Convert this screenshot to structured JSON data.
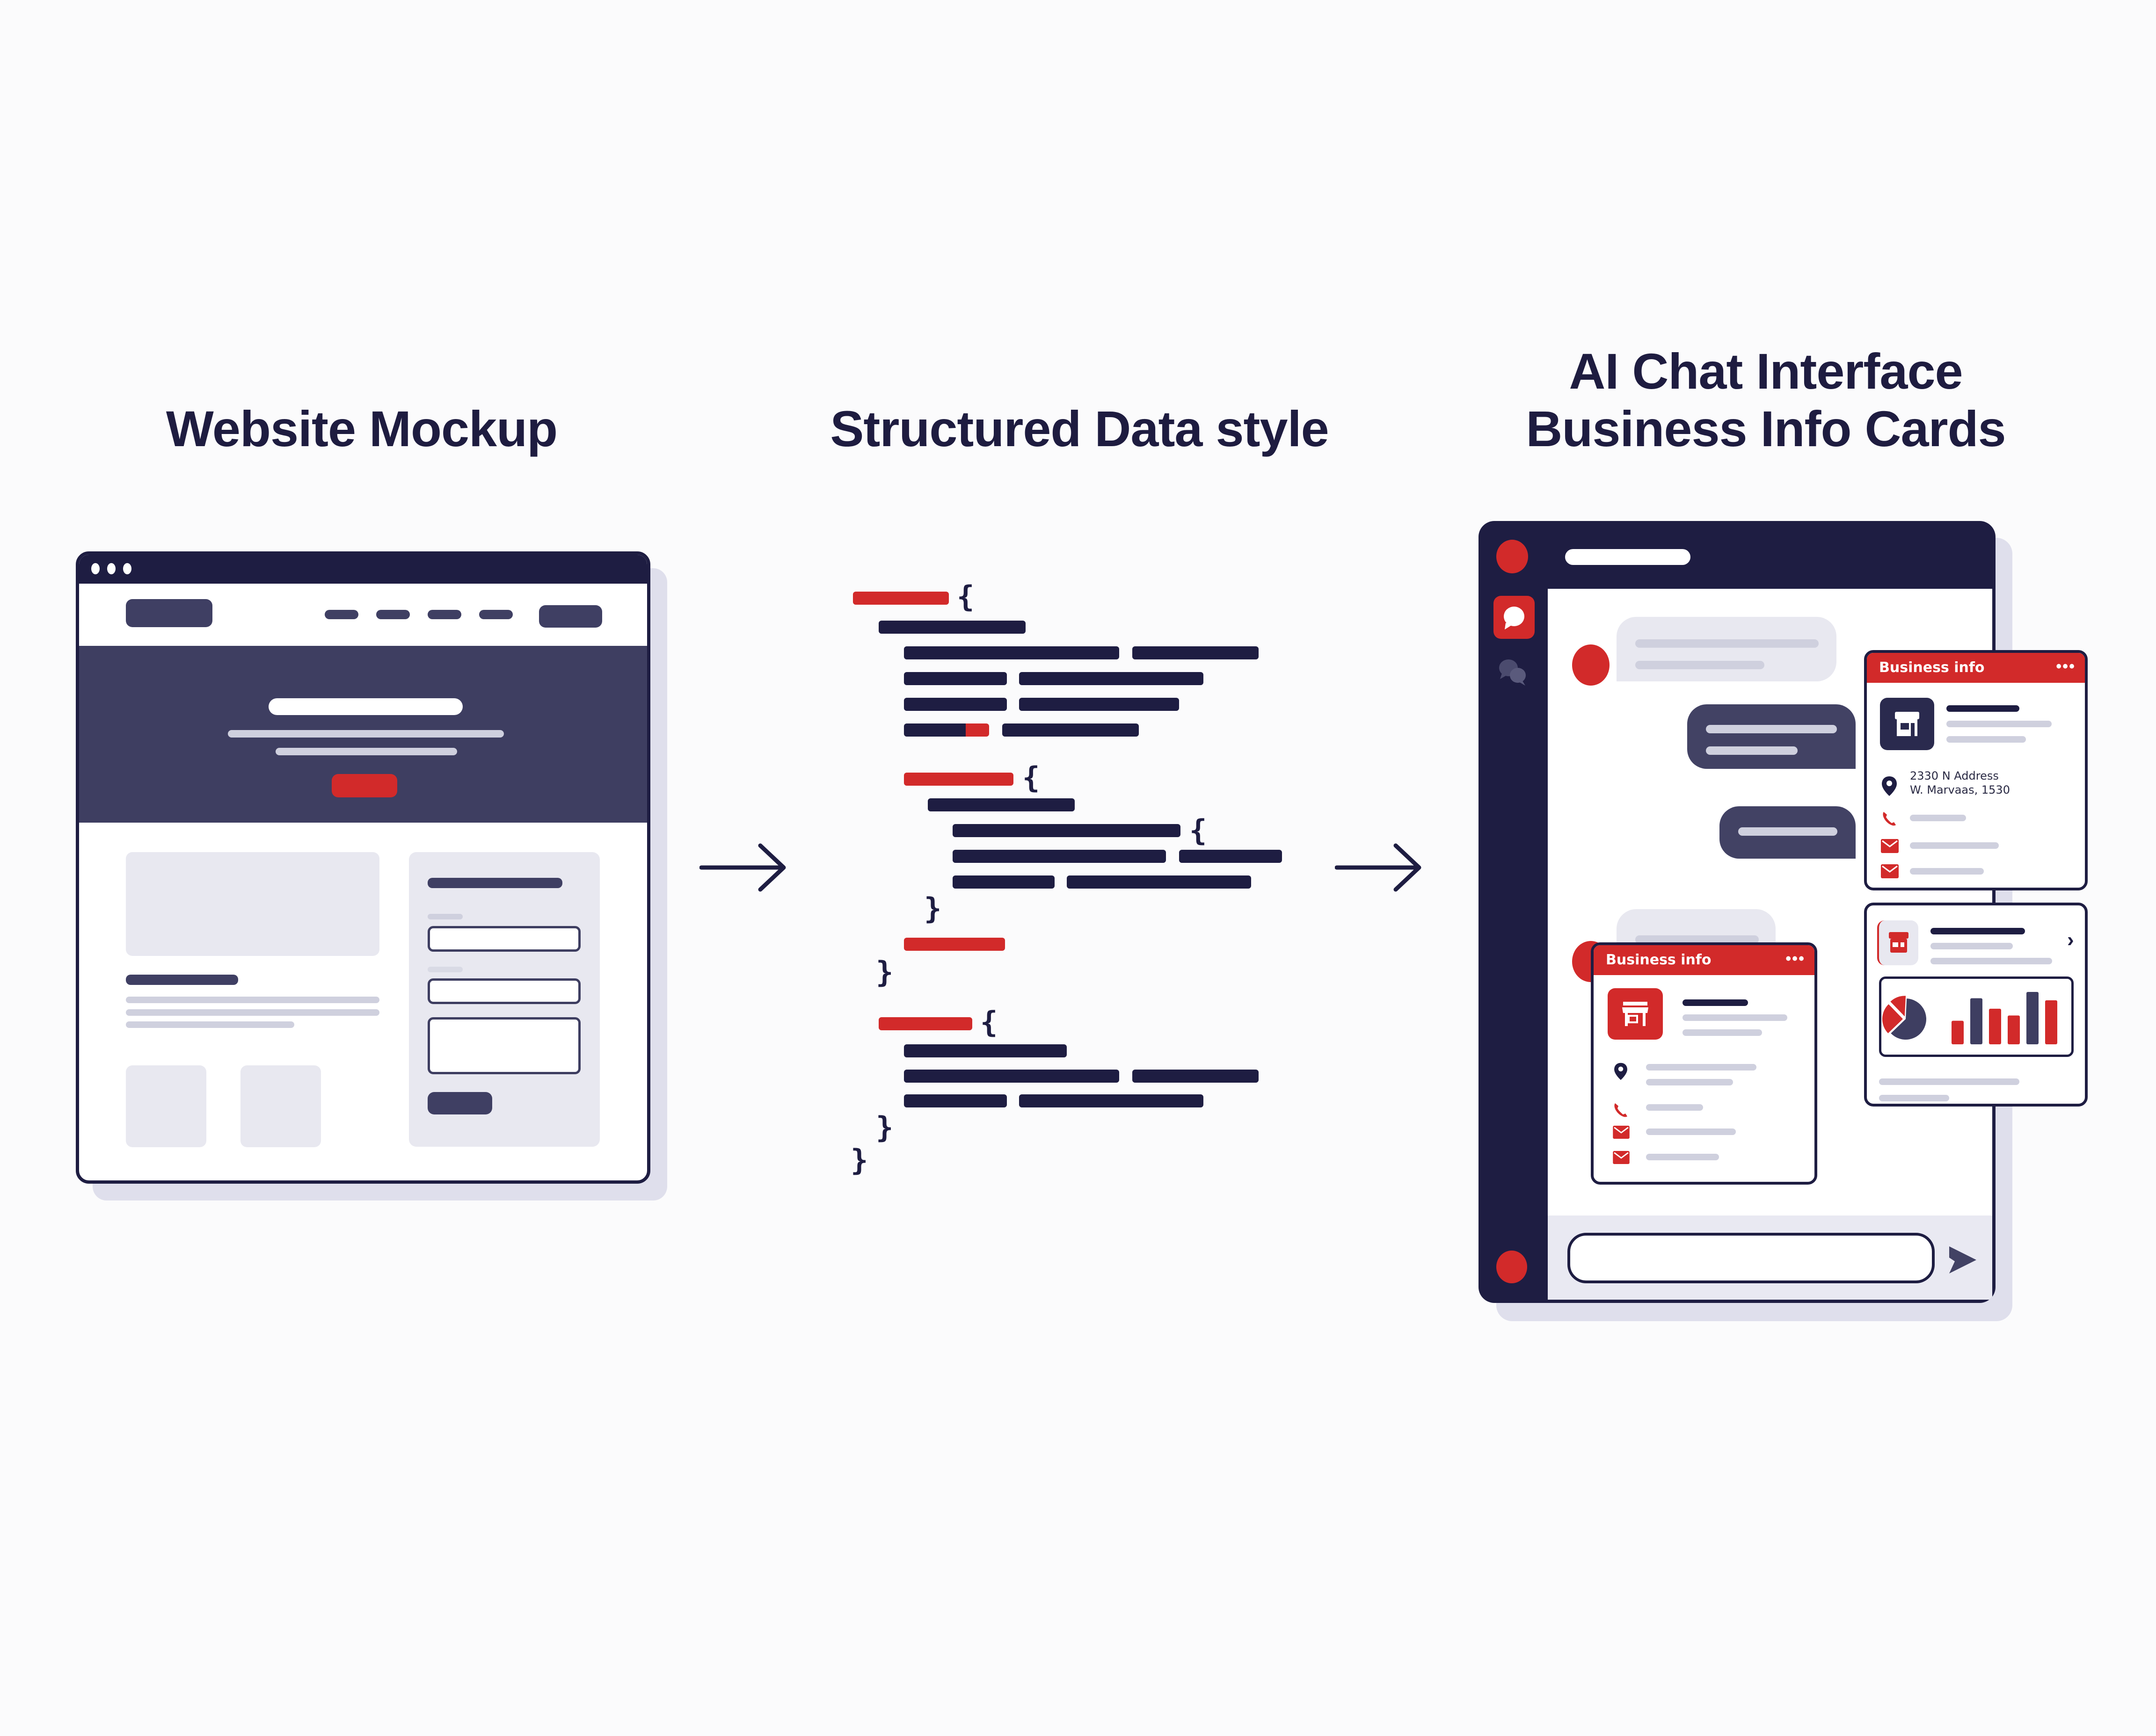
{
  "titles": {
    "website": "Website Mockup",
    "structured": "Structured Data style",
    "chat_line1": "AI Chat Interface",
    "chat_line2": "Business Info Cards"
  },
  "colors": {
    "navy": "#1e1d42",
    "slate": "#3e3e61",
    "accent_red": "#d22a2a",
    "placeholder_gray": "#cfd0de",
    "panel_gray": "#e8e8f0"
  },
  "website_mockup": {
    "window_dots": 3,
    "nav_links": 4,
    "icons": [
      "window-dot-icon"
    ]
  },
  "structured_data": {
    "braces": [
      "{",
      "{",
      "{",
      "}",
      "}",
      "{",
      "}",
      "}"
    ]
  },
  "arrows": [
    "arrow-right-icon",
    "arrow-right-icon"
  ],
  "chat": {
    "sidebar_icons": [
      "avatar-dot-icon",
      "chat-bubble-icon",
      "conversations-icon",
      "profile-dot-icon"
    ],
    "input_placeholder": "",
    "send_icon": "send-icon",
    "cards": [
      {
        "title": "Business info",
        "more": "•••",
        "address_line1": "2330 N Address",
        "address_line2": "W. Marvaas, 1530",
        "icons": [
          "store-icon",
          "location-pin-icon",
          "phone-icon",
          "mail-icon",
          "mail-icon"
        ]
      },
      {
        "title": "Business info",
        "more": "•••",
        "icons": [
          "store-icon",
          "location-pin-icon",
          "phone-icon",
          "mail-icon",
          "mail-icon"
        ]
      },
      {
        "title": "",
        "chevron": "›",
        "icons": [
          "store-icon",
          "pie-chart-icon",
          "bar-chart-icon",
          "chevron-right-icon"
        ],
        "mini_chart": {
          "pie_slices": [
            0.62,
            0.25,
            0.13
          ],
          "bar_values": [
            0.45,
            0.88,
            0.68,
            0.55,
            1.0,
            0.84
          ],
          "bar_colors": [
            "#d22a2a",
            "#3e3e61",
            "#d22a2a",
            "#d22a2a",
            "#3e3e61",
            "#d22a2a"
          ]
        }
      }
    ]
  }
}
